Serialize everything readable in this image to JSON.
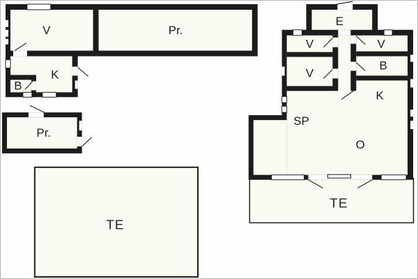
{
  "plan": {
    "left_building": {
      "v": "V",
      "pr": "Pr.",
      "k": "K",
      "b": "B"
    },
    "outbuilding": {
      "pr": "Pr."
    },
    "right_building": {
      "e": "E",
      "v1": "V",
      "v2": "V",
      "v3": "V",
      "b": "B",
      "k": "K",
      "sp": "SP",
      "o": "O"
    },
    "terrace_left": "TE",
    "terrace_right": "TE"
  },
  "colors": {
    "wall": "#1c1c1c",
    "room_fill": "#fbfaf2",
    "opening": "#ffffff",
    "background": "#fefefe",
    "line": "#2b2b2b"
  }
}
